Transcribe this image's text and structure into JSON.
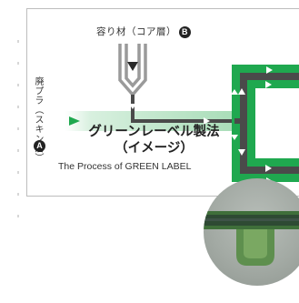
{
  "labels": {
    "core_material": "容り材（コア層）",
    "core_badge": "B",
    "skin_material": "廃プラ（スキン層）",
    "skin_badge": "A",
    "title_line1": "グリーンレーベル製法",
    "title_line2": "（イメージ）",
    "subtitle": "The Process of GREEN LABEL"
  },
  "colors": {
    "green": "#1fa84f",
    "green_light": "#a9ddb8",
    "dark": "#4a4a4a",
    "funnel": "#9a9a9a"
  },
  "icons": [
    "arrow-down-icon",
    "arrow-right-icon",
    "cross-section-photo"
  ]
}
